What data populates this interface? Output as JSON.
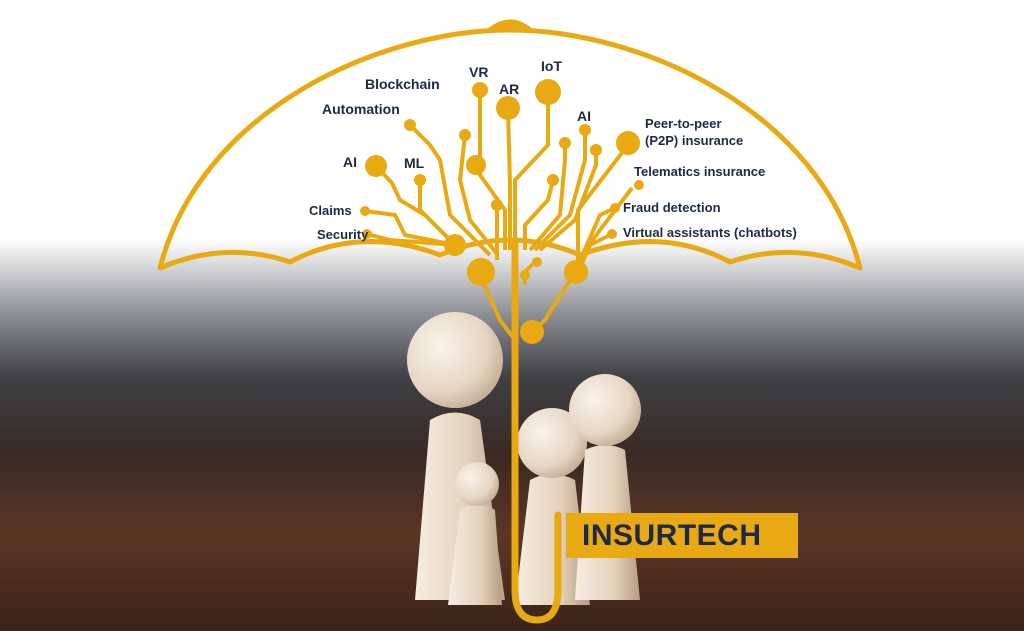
{
  "colors": {
    "accent": "#e8a913",
    "text": "#1d2a45"
  },
  "brand": "INSURTECH",
  "labels": {
    "blockchain": "Blockchain",
    "vr": "VR",
    "iot": "IoT",
    "ar": "AR",
    "automation": "Automation",
    "ai_right": "AI",
    "p2p": "Peer-to-peer\n(P2P) insurance",
    "p2p_line1": "Peer-to-peer",
    "p2p_line2": "(P2P) insurance",
    "ai_left": "AI",
    "ml": "ML",
    "telematics": "Telematics insurance",
    "claims": "Claims",
    "fraud": "Fraud detection",
    "security": "Security",
    "virtual_assistants": "Virtual assistants (chatbots)"
  }
}
